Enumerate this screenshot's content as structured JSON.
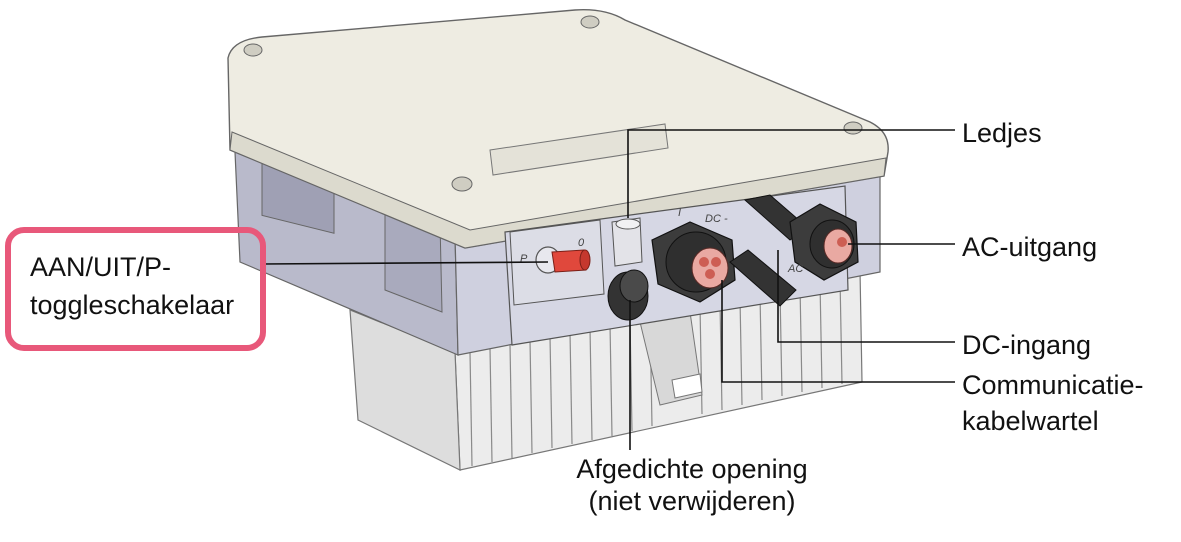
{
  "callouts": {
    "leds": "Ledjes",
    "ac_output": "AC-uitgang",
    "dc_input": "DC-ingang",
    "comm_gland_line1": "Communicatie-",
    "comm_gland_line2": "kabelwartel",
    "sealed_line1": "Afgedichte opening",
    "sealed_line2": "(niet verwijderen)",
    "toggle_line1": "AAN/UIT/P-",
    "toggle_line2": "toggleschakelaar"
  },
  "panel_marks": {
    "p": "P",
    "o": "0",
    "i": "I",
    "dc": "DC -",
    "ac": "AC"
  },
  "colors": {
    "highlight": "#e8587a",
    "lid": "#eeece2",
    "body": "#c9cad9",
    "heatsink": "#e9e9e9",
    "connector": "#3c3c3c",
    "red_accent": "#e0483c"
  }
}
